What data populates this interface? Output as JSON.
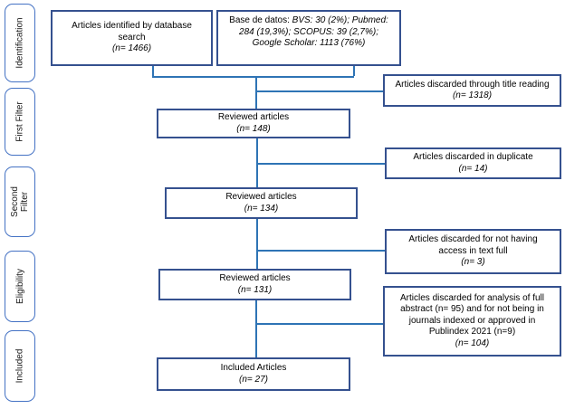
{
  "palette": {
    "background": "#ffffff",
    "box_border": "#35518F",
    "line": "#2E74B5",
    "stage_border": "#4472C4",
    "text": "#000000"
  },
  "sidebar": {
    "stages": [
      {
        "label": "Identification"
      },
      {
        "label": "First Filter"
      },
      {
        "label": "Second Filter"
      },
      {
        "label": "Eligibility"
      },
      {
        "label": "Included"
      }
    ]
  },
  "flow": {
    "identified": {
      "text": "Articles identified by database search",
      "count": "(n= 1466)"
    },
    "databases": {
      "prefix": "Base de datos: ",
      "detail": "BVS: 30 (2%); Pubmed: 284 (19,3%); SCOPUS: 39 (2,7%); Google Scholar: 1113 (76%)"
    },
    "discard_title": {
      "text": "Articles discarded through title reading",
      "count": "(n= 1318)"
    },
    "reviewed1": {
      "text": "Reviewed articles",
      "count": "(n= 148)"
    },
    "discard_duplicate": {
      "text": "Articles discarded in duplicate",
      "count": "(n= 14)"
    },
    "reviewed2": {
      "text": "Reviewed articles",
      "count": "(n= 134)"
    },
    "discard_access": {
      "text": "Articles discarded for not having access in text full",
      "count": "(n= 3)"
    },
    "reviewed3": {
      "text": "Reviewed articles",
      "count": "(n= 131)"
    },
    "discard_abstract": {
      "text": "Articles discarded for analysis of full abstract (n= 95) and for not being in journals indexed or approved in Publindex 2021 (n=9)",
      "count": "(n= 104)"
    },
    "included": {
      "text": "Included Articles",
      "count": "(n= 27)"
    }
  }
}
